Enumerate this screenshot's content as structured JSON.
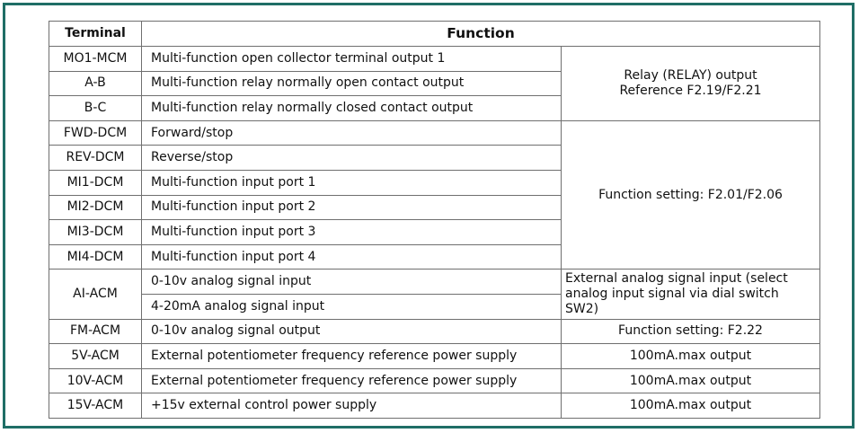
{
  "header": {
    "terminal": "Terminal",
    "function": "Function"
  },
  "rows": [
    {
      "terminal": "MO1-MCM",
      "desc": "Multi-function open collector terminal output 1"
    },
    {
      "terminal": "A-B",
      "desc": "Multi-function relay normally open contact output"
    },
    {
      "terminal": "B-C",
      "desc": "Multi-function relay normally closed contact output"
    },
    {
      "terminal": "FWD-DCM",
      "desc": "Forward/stop"
    },
    {
      "terminal": "REV-DCM",
      "desc": "Reverse/stop"
    },
    {
      "terminal": "MI1-DCM",
      "desc": "Multi-function input port 1"
    },
    {
      "terminal": "MI2-DCM",
      "desc": "Multi-function input port 2"
    },
    {
      "terminal": "MI3-DCM",
      "desc": "Multi-function input port 3"
    },
    {
      "terminal": "MI4-DCM",
      "desc": "Multi-function input port 4"
    },
    {
      "terminal": "AI-ACM",
      "desc": "0-10v analog signal input"
    },
    {
      "desc": "4-20mA analog signal input"
    },
    {
      "terminal": "FM-ACM",
      "desc": "0-10v analog signal output"
    },
    {
      "terminal": "5V-ACM",
      "desc": "External potentiometer frequency reference power supply"
    },
    {
      "terminal": "10V-ACM",
      "desc": "External potentiometer frequency reference power supply"
    },
    {
      "terminal": "15V-ACM",
      "desc": "+15v external control power supply"
    }
  ],
  "notes": {
    "relay_line1": "Relay (RELAY) output",
    "relay_line2": "Reference F2.19/F2.21",
    "input_setting": "Function setting: F2.01/F2.06",
    "analog_line1": "External analog signal input (select",
    "analog_line2": "analog input signal via dial switch SW2)",
    "fm_setting": "Function setting: F2.22",
    "max_5v": "100mA.max output",
    "max_10v": "100mA.max output",
    "max_15v": "100mA.max output"
  }
}
